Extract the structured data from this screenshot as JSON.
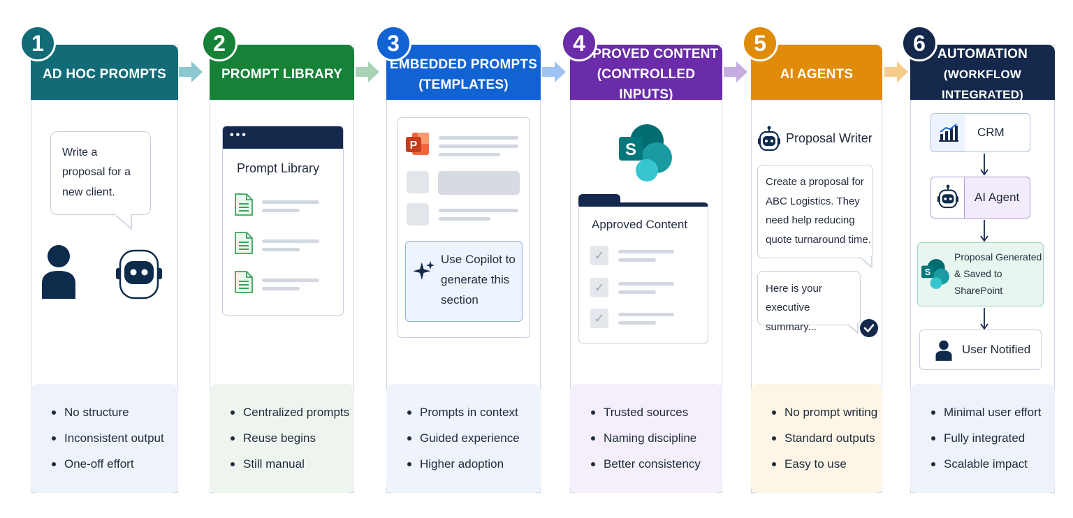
{
  "stages": [
    {
      "number": "1",
      "title_line1": "AD HOC PROMPTS",
      "title_line2": "",
      "color": "#116c78",
      "tint": "#eef3fb",
      "bullets": [
        "No structure",
        "Inconsistent output",
        "One-off effort"
      ]
    },
    {
      "number": "2",
      "title_line1": "PROMPT LIBRARY",
      "title_line2": "",
      "color": "#168237",
      "tint": "#eef5ef",
      "bullets": [
        "Centralized prompts",
        "Reuse begins",
        "Still manual"
      ]
    },
    {
      "number": "3",
      "title_line1": "EMBEDDED PROMPTS",
      "title_line2": "(TEMPLATES)",
      "color": "#1163d3",
      "tint": "#eef3fc",
      "bullets": [
        "Prompts in context",
        "Guided experience",
        "Higher adoption"
      ]
    },
    {
      "number": "4",
      "title_line1": "APPROVED CONTENT",
      "title_line2": "(CONTROLLED INPUTS)",
      "color": "#6a2ca8",
      "tint": "#f4effa",
      "bullets": [
        "Trusted sources",
        "Naming discipline",
        "Better consistency"
      ]
    },
    {
      "number": "5",
      "title_line1": "AI AGENTS",
      "title_line2": "",
      "color": "#e08b09",
      "tint": "#fdf5e6",
      "bullets": [
        "No prompt writing",
        "Standard outputs",
        "Easy to use"
      ]
    },
    {
      "number": "6",
      "title_line1": "AUTOMATION",
      "title_line2": "(WORKFLOW INTEGRATED)",
      "color": "#13284b",
      "tint": "#eef3fb",
      "bullets": [
        "Minimal user effort",
        "Fully integrated",
        "Scalable impact"
      ]
    }
  ],
  "arrow_colors": [
    "#8cc7d2",
    "#a9d3b4",
    "#9fc2f2",
    "#c5addf",
    "#f6cc8a"
  ],
  "stage1": {
    "bubble_line1": "Write a",
    "bubble_line2": "proposal for a",
    "bubble_line3": "new client.",
    "icons": [
      "user-icon",
      "robot-icon"
    ]
  },
  "stage2": {
    "window_title": "Prompt Library",
    "window_dots": "•••",
    "icons": [
      "document-icon"
    ]
  },
  "stage3": {
    "copilot_line1": "Use Copilot to",
    "copilot_line2": "generate this",
    "copilot_line3": "section",
    "icons": [
      "powerpoint-icon",
      "sparkle-icon"
    ]
  },
  "stage4": {
    "folder_title": "Approved Content",
    "icons": [
      "sharepoint-icon",
      "check-icon"
    ]
  },
  "stage5": {
    "agent_name": "Proposal Writer",
    "request_line1": "Create a proposal for",
    "request_line2": "ABC Logistics. They",
    "request_line3": "need help reducing",
    "request_line4": "quote turnaround time.",
    "reply_line1": "Here is your",
    "reply_line2": "executive summary...",
    "icons": [
      "robot-icon",
      "checkmark-circle-icon"
    ]
  },
  "stage6": {
    "crm_label": "CRM",
    "agent_label": "AI Agent",
    "generated_line1": "Proposal Generated",
    "generated_line2": "& Saved to",
    "generated_line3": "SharePoint",
    "notified_label": "User Notified",
    "icons": [
      "chart-icon",
      "robot-icon",
      "sharepoint-icon",
      "user-icon"
    ]
  }
}
